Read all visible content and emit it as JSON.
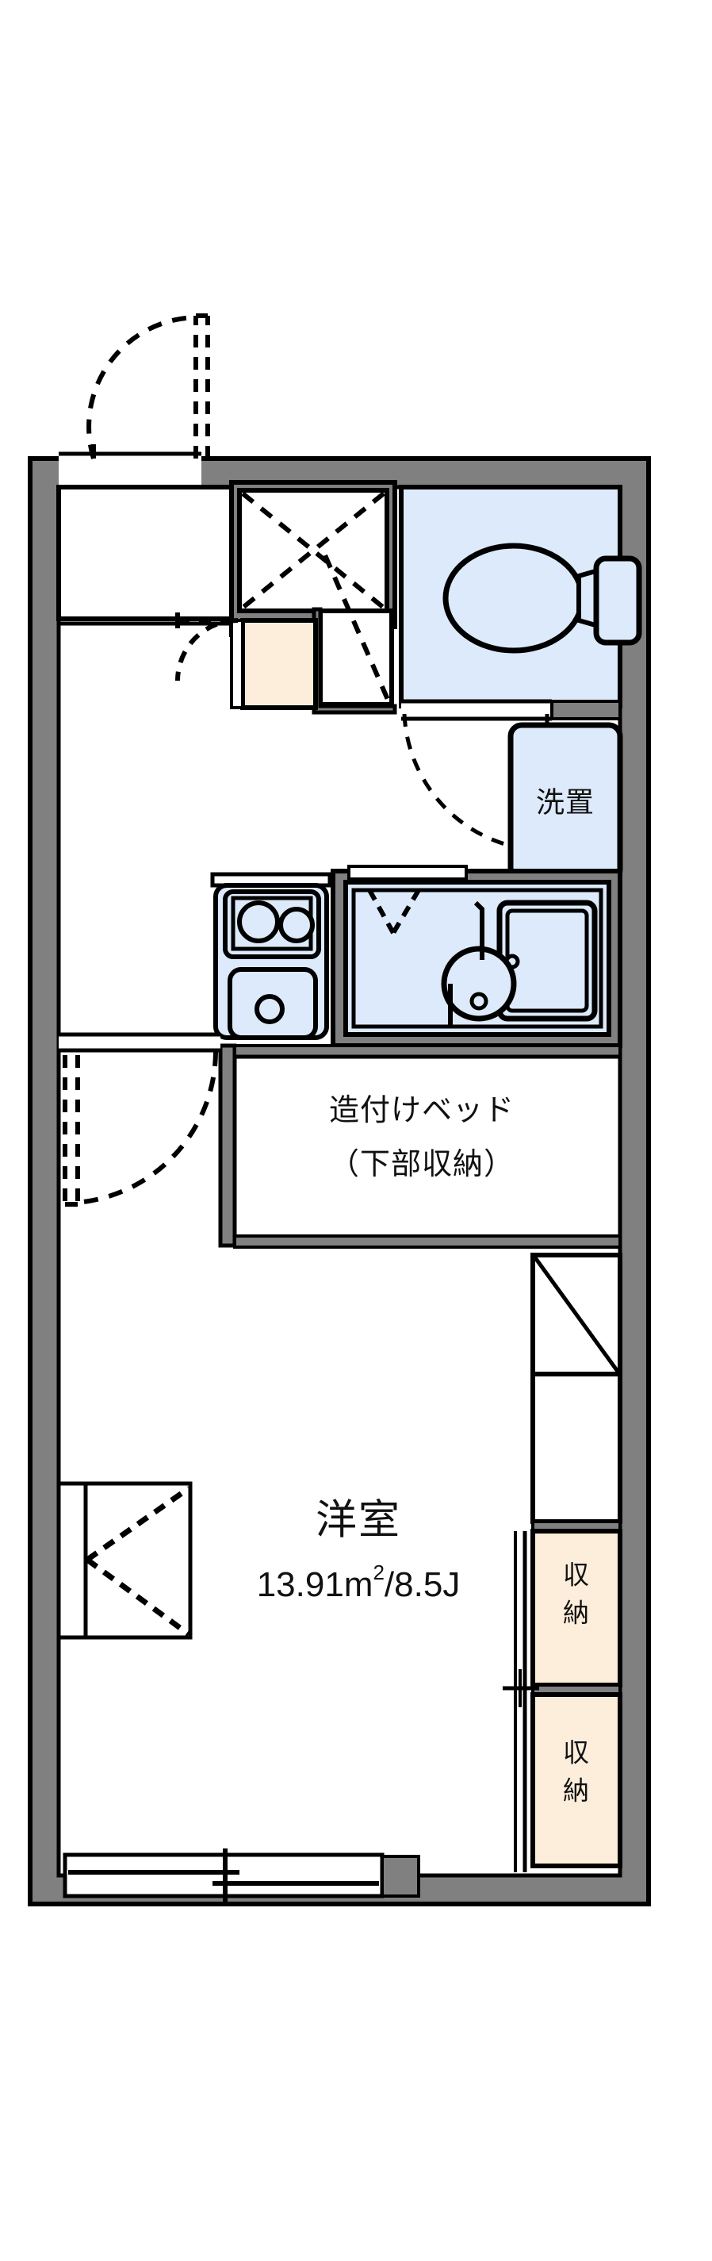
{
  "doc": {
    "kind": "japanese-floor-plan",
    "title": "間取り図"
  },
  "colors": {
    "wall_fill": "#808080",
    "wall_stroke": "#000000",
    "room_fill": "#ffffff",
    "wet_area_fill": "#ddeafb",
    "closet_fill": "#fceedb",
    "line": "#000000",
    "page_bg": "#ffffff"
  },
  "rooms": {
    "main": {
      "name": "洋室",
      "area": "13.91m",
      "area_sup": "2",
      "area_tail": "/8.5J"
    },
    "builtin_bed": {
      "line1": "造付けベッド",
      "line2": "（下部収納）"
    },
    "laundry": {
      "label": "洗置"
    },
    "closet_upper": {
      "line1": "収",
      "line2": "納"
    },
    "closet_lower": {
      "line1": "収",
      "line2": "納"
    }
  },
  "fixtures": [
    {
      "name": "toilet",
      "label": ""
    },
    {
      "name": "bathtub",
      "label": ""
    },
    {
      "name": "washbasin",
      "label": ""
    },
    {
      "name": "kitchen-sink",
      "label": ""
    },
    {
      "name": "gas-stove-two-burner",
      "label": ""
    },
    {
      "name": "shoe-cabinet",
      "label": ""
    },
    {
      "name": "entrance-door",
      "label": ""
    },
    {
      "name": "sliding-window",
      "label": ""
    }
  ]
}
